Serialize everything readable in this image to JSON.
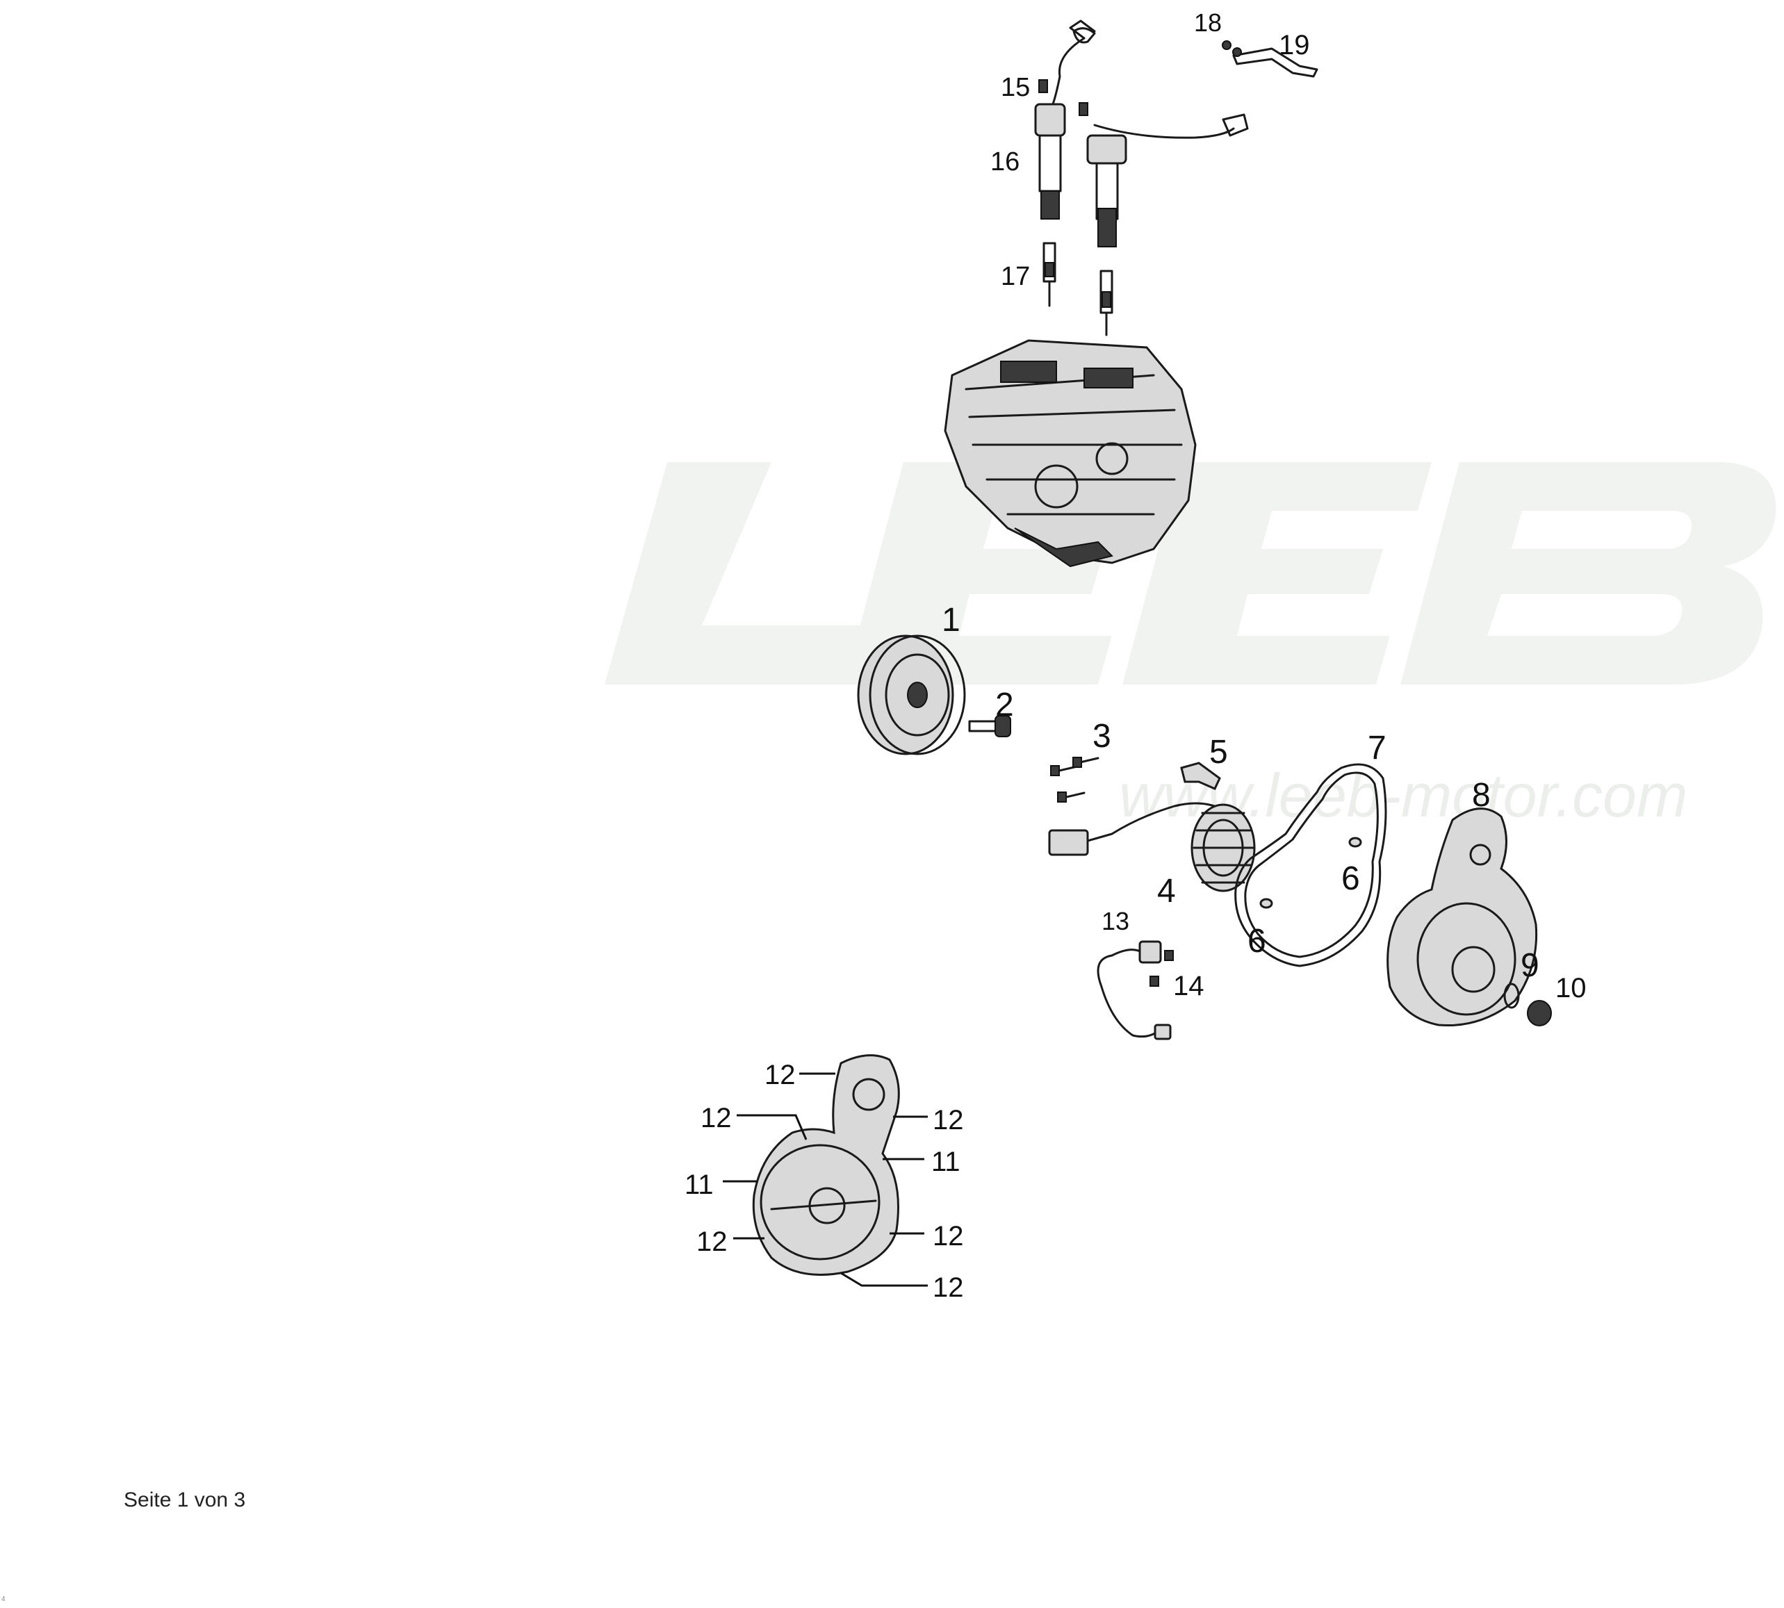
{
  "watermark": {
    "logo": "LEEB",
    "url": "www.leeb-motor.com"
  },
  "footer": {
    "page_label": "Seite 1 von 3"
  },
  "corner_mark": "4",
  "callouts": [
    "1",
    "2",
    "3",
    "4",
    "5",
    "6",
    "6",
    "7",
    "8",
    "9",
    "10",
    "11",
    "11",
    "12",
    "12",
    "12",
    "12",
    "12",
    "12",
    "13",
    "14",
    "15",
    "16",
    "17",
    "18",
    "19"
  ]
}
